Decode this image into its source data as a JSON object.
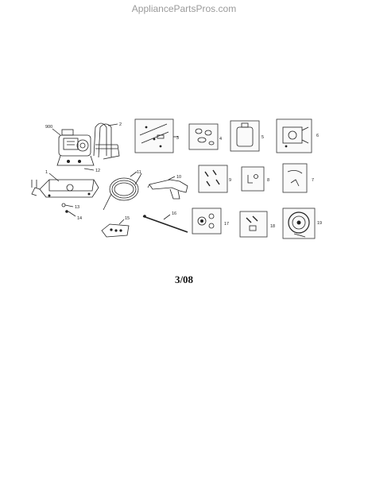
{
  "watermark": "AppliancePartsPros.com",
  "date_code": "3/08",
  "part_labels": {
    "p900": "900",
    "p1": "1",
    "p2": "2",
    "p3": "3",
    "p4": "4",
    "p5": "5",
    "p6": "6",
    "p7": "7",
    "p8": "8",
    "p9": "9",
    "p10": "10",
    "p11": "11",
    "p12": "12",
    "p13": "13",
    "p14": "14",
    "p15": "15",
    "p16": "16",
    "p17": "17",
    "p18": "18",
    "p19": "19"
  }
}
